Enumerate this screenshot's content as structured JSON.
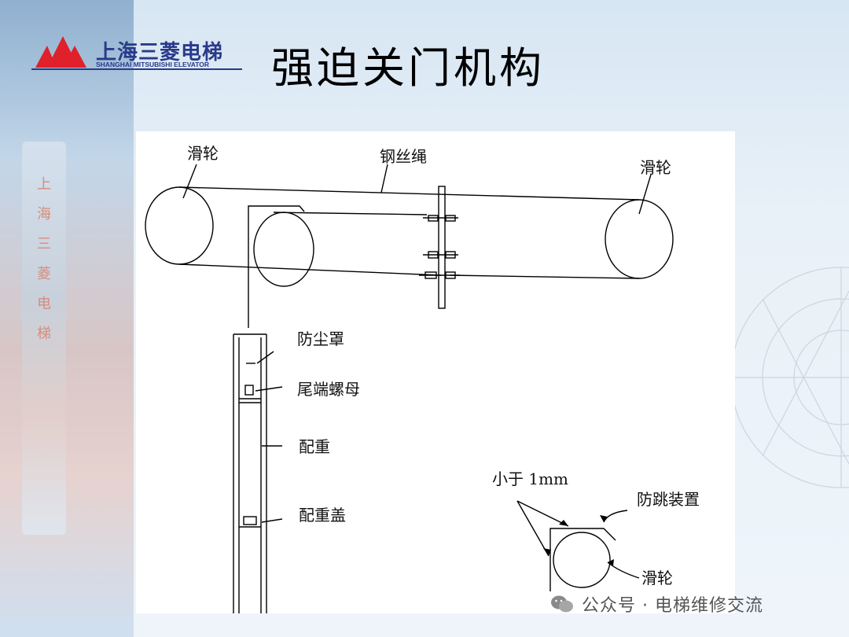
{
  "header": {
    "title": "强迫关门机构",
    "logo_cn": "上海三菱电梯",
    "logo_en": "SHANGHAI MITSUBISHI ELEVATOR"
  },
  "sidebar": {
    "vertical_text": [
      "上",
      "海",
      "三",
      "菱",
      "电",
      "梯"
    ]
  },
  "diagram": {
    "labels": {
      "pulley_left": "滑轮",
      "wire_rope": "钢丝绳",
      "pulley_right": "滑轮",
      "dust_cover": "防尘罩",
      "end_nut": "尾端螺母",
      "counterweight": "配重",
      "counterweight_cover": "配重盖",
      "less_than": "小于 1mm",
      "anti_jump": "防跳装置",
      "pulley_detail": "滑轮"
    }
  },
  "watermark": {
    "text": "公众号 · 电梯维修交流"
  },
  "colors": {
    "logo_red": "#e0202a",
    "logo_blue": "#2a3a8a"
  }
}
